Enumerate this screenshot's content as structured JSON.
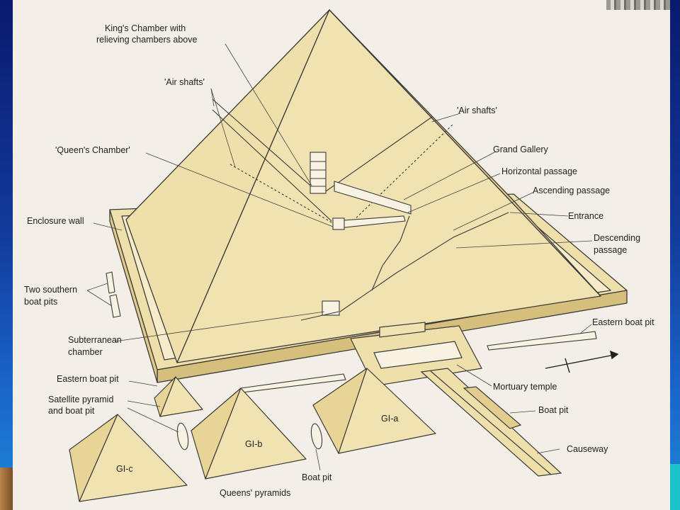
{
  "labels": {
    "kings_chamber_1": "King's Chamber with",
    "kings_chamber_2": "relieving chambers above",
    "air_shafts_left": "'Air shafts'",
    "air_shafts_right": "'Air shafts'",
    "queens_chamber": "'Queen's Chamber'",
    "grand_gallery": "Grand Gallery",
    "horizontal_passage": "Horizontal passage",
    "ascending_passage": "Ascending passage",
    "entrance": "Entrance",
    "descending_passage_1": "Descending",
    "descending_passage_2": "passage",
    "enclosure_wall": "Enclosure wall",
    "two_southern_1": "Two southern",
    "two_southern_2": "boat pits",
    "subterranean_1": "Subterranean",
    "subterranean_2": "chamber",
    "eastern_boat_pit_right": "Eastern boat pit",
    "eastern_boat_pit_left": "Eastern boat pit",
    "satellite_1": "Satellite pyramid",
    "satellite_2": "and boat pit",
    "mortuary_temple": "Mortuary temple",
    "boat_pit_right": "Boat pit",
    "boat_pit_bottom": "Boat pit",
    "causeway": "Causeway",
    "queens_pyramids": "Queens' pyramids",
    "gl_a": "GI-a",
    "gl_b": "GI-b",
    "gl_c": "GI-c"
  },
  "colors": {
    "background": "#f3efe6",
    "stone_light": "#efdfab",
    "stone_mid": "#e8d496",
    "stone_dark": "#d6bf7c",
    "outline": "#3a3a3a",
    "frame_blue": "#123a9a"
  }
}
